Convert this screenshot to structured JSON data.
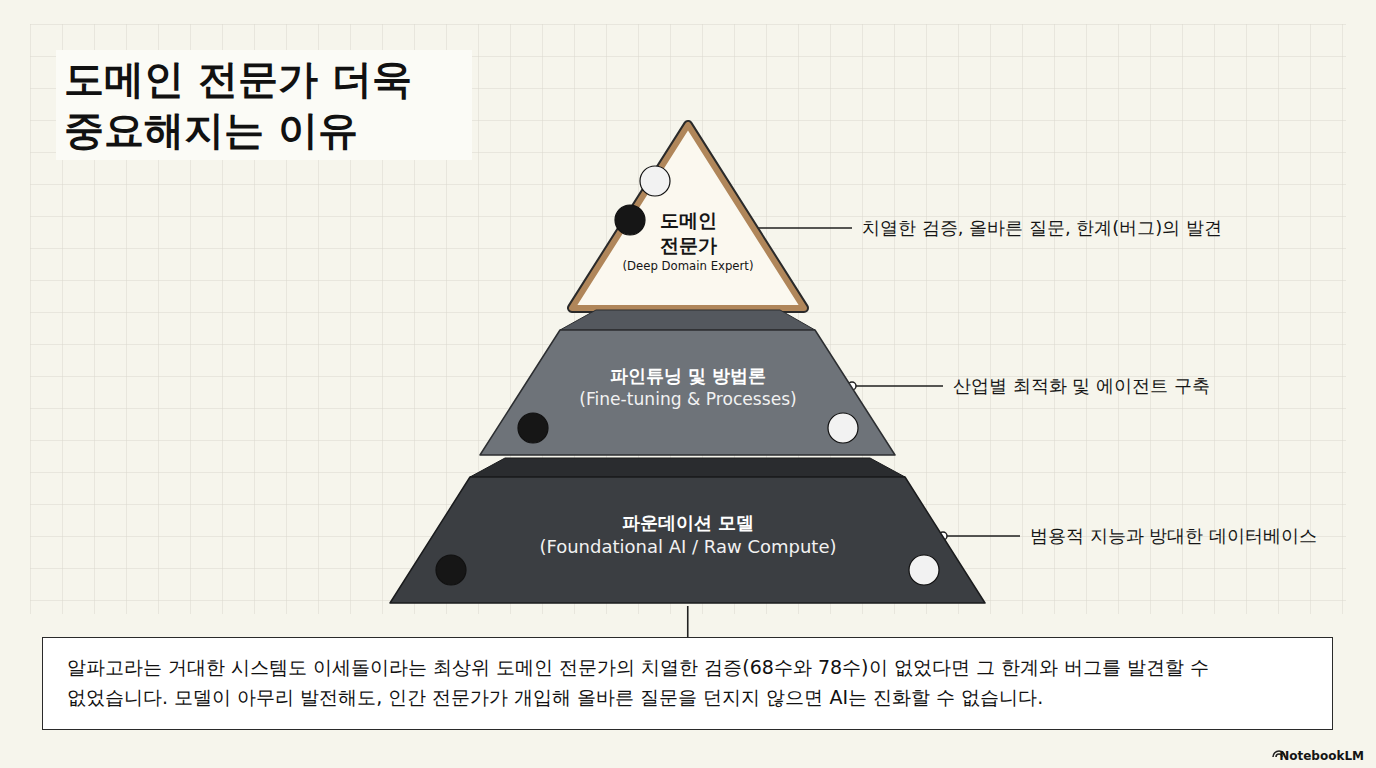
{
  "diagram": {
    "title": "도메인 전문가 더욱 중요해지는 이유",
    "nodes": [
      {
        "text": [
          "도메인 전문가",
          "(Deep Domain Expert)"
        ]
      },
      {
        "text": [
          "파인튜닝 및 방법론",
          "(Fine-tuning & Processes)"
        ]
      },
      {
        "text": [
          "파운데이션 모델",
          "(Foundational AI / Raw Compute)"
        ]
      },
      {
        "text": [
          "알파고라는 거대한 시스템도 이세돌이라는 최상위 도메인 전문가의 치열한 검증(68수와 78수)이 없었다면 그 한계와 버그를 발견할 수 없었습니다. 모델이 아무리 발전해도, 인간 전문가가 개입해 올바른 질문을 던지지 않으면 AI는 진화할 수 없습니다."
        ]
      }
    ],
    "edges": [
      {
        "from": 2,
        "to": 3,
        "arrow": "none"
      }
    ],
    "labels": [
      "치열한 검증, 올바른 질문, 한계(버그)의 발견",
      "산업별 최적화 및 에이전트 구축",
      "범용적 지능과 방대한 데이터베이스",
      "NotebookLM"
    ]
  }
}
